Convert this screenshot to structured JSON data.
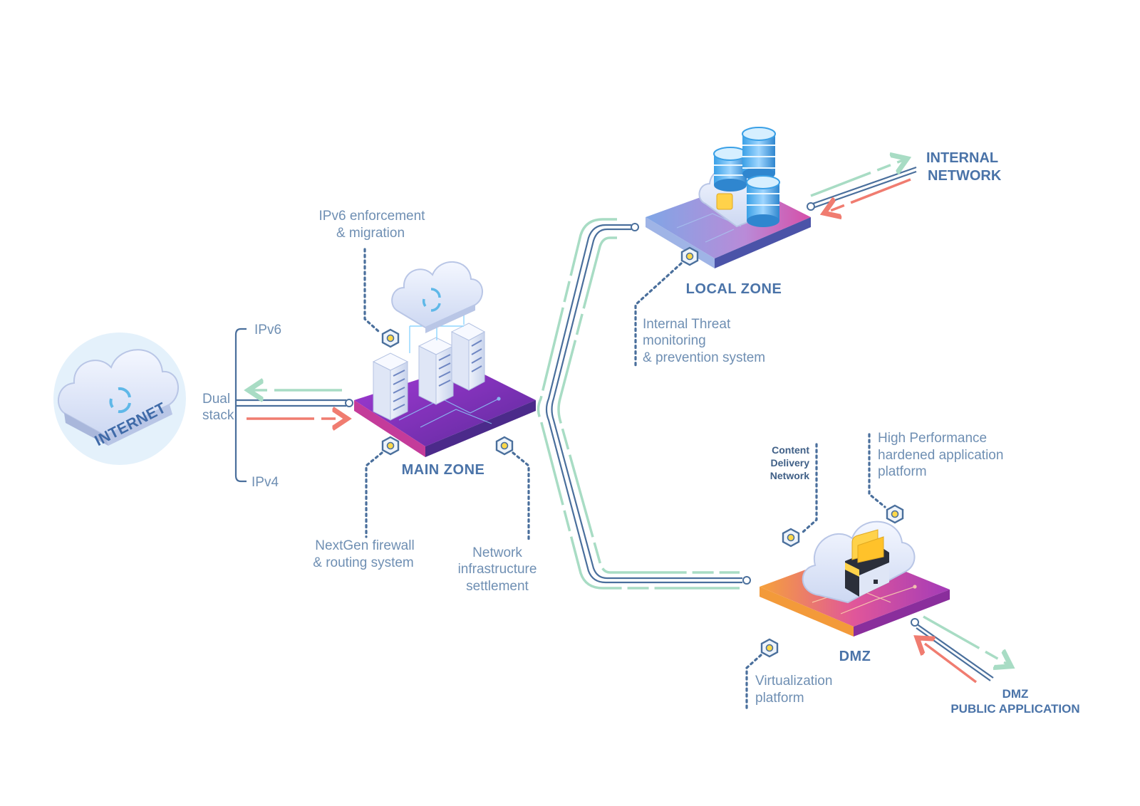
{
  "internet": {
    "label": "INTERNET"
  },
  "dual_stack": {
    "ipv6": "IPv6",
    "ipv4": "IPv4",
    "line1": "Dual",
    "line2": "stack"
  },
  "main_zone": {
    "title": "MAIN ZONE",
    "ipv6_feature": [
      "IPv6 enforcement",
      "& migration"
    ],
    "firewall_feature": [
      "NextGen firewall",
      "& routing system"
    ],
    "network_feature": [
      "Network",
      "infrastructure",
      "settlement"
    ]
  },
  "local_zone": {
    "title": "LOCAL ZONE",
    "threat_feature": [
      "Internal Threat",
      "monitoring",
      "& prevention system"
    ]
  },
  "internal_network": [
    "INTERNAL",
    "NETWORK"
  ],
  "dmz": {
    "title": "DMZ",
    "cdn_feature": [
      "Content",
      "Delivery",
      "Network"
    ],
    "hp_feature": [
      "High Performance",
      "hardened application",
      "platform"
    ],
    "virt_feature": [
      "Virtualization",
      "platform"
    ]
  },
  "dmz_public": [
    "DMZ",
    "PUBLIC APPLICATION"
  ],
  "colors": {
    "accent_green": "#a8dcc4",
    "accent_red": "#f07c70",
    "line_blue": "#4a6f9c",
    "zone_text": "#4a73a8",
    "label_text": "#6f8fb3"
  }
}
